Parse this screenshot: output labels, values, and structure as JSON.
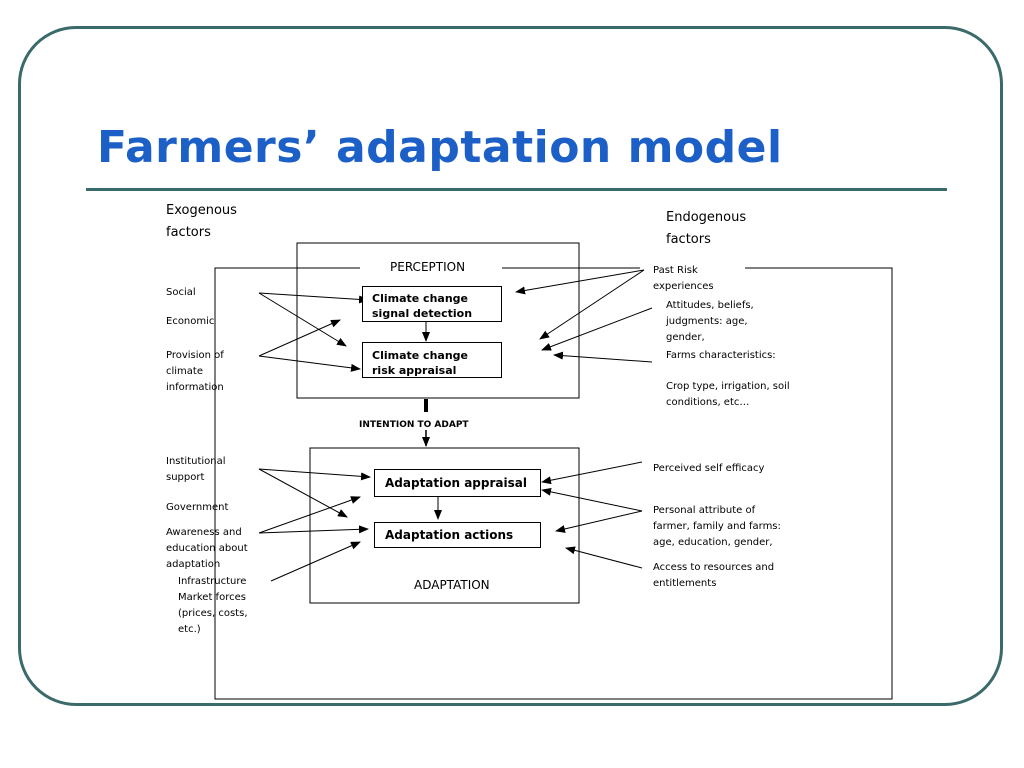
{
  "title": "Farmers’ adaptation model",
  "exogenous": {
    "header_line1": "Exogenous",
    "header_line2": "factors",
    "social": "Social",
    "economic": "Economic",
    "provision_l1": "Provision of",
    "provision_l2": "climate",
    "provision_l3": "information",
    "institutional_l1": "Institutional",
    "institutional_l2": "support",
    "government": "Government",
    "awareness_l1": "Awareness and",
    "awareness_l2": "education about",
    "awareness_l3": "adaptation",
    "infrastructure": "Infrastructure",
    "market_l1": "Market forces",
    "market_l2": "(prices, costs,",
    "market_l3": "etc.)"
  },
  "endogenous": {
    "header_line1": "Endogenous",
    "header_line2": "factors",
    "past_risk_l1": "Past Risk",
    "past_risk_l2": "experiences",
    "attitudes_l1": "Attitudes, beliefs,",
    "attitudes_l2": "judgments: age,",
    "attitudes_l3": "gender,",
    "farms_char": "Farms characteristics:",
    "crop_l1": "Crop type, irrigation, soil",
    "crop_l2": "conditions, etc…",
    "self_efficacy": "Perceived self efficacy",
    "personal_l1": "Personal attribute of",
    "personal_l2": "farmer, family and farms:",
    "personal_l3": "age, education, gender,",
    "access_l1": "Access to resources and",
    "access_l2": "entitlements"
  },
  "perception": {
    "label": "PERCEPTION",
    "signal_l1": "Climate change",
    "signal_l2": "signal detection",
    "risk_l1": "Climate change",
    "risk_l2": "risk appraisal"
  },
  "intention": "INTENTION TO ADAPT",
  "adaptation": {
    "label": "ADAPTATION",
    "appraisal": "Adaptation appraisal",
    "actions": "Adaptation actions"
  }
}
